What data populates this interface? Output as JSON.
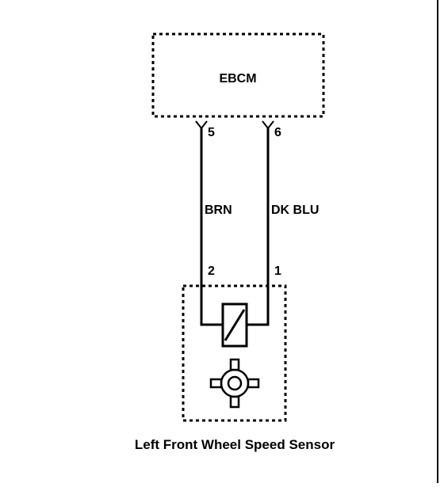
{
  "module": {
    "label": "EBCM"
  },
  "pins": {
    "ebcm_left": "5",
    "ebcm_right": "6",
    "sensor_left": "2",
    "sensor_right": "1"
  },
  "wires": {
    "left_color": "BRN",
    "right_color": "DK BLU"
  },
  "sensor": {
    "caption": "Left Front Wheel Speed Sensor"
  },
  "colors": {
    "line": "#000000",
    "background": "#ffffff"
  }
}
